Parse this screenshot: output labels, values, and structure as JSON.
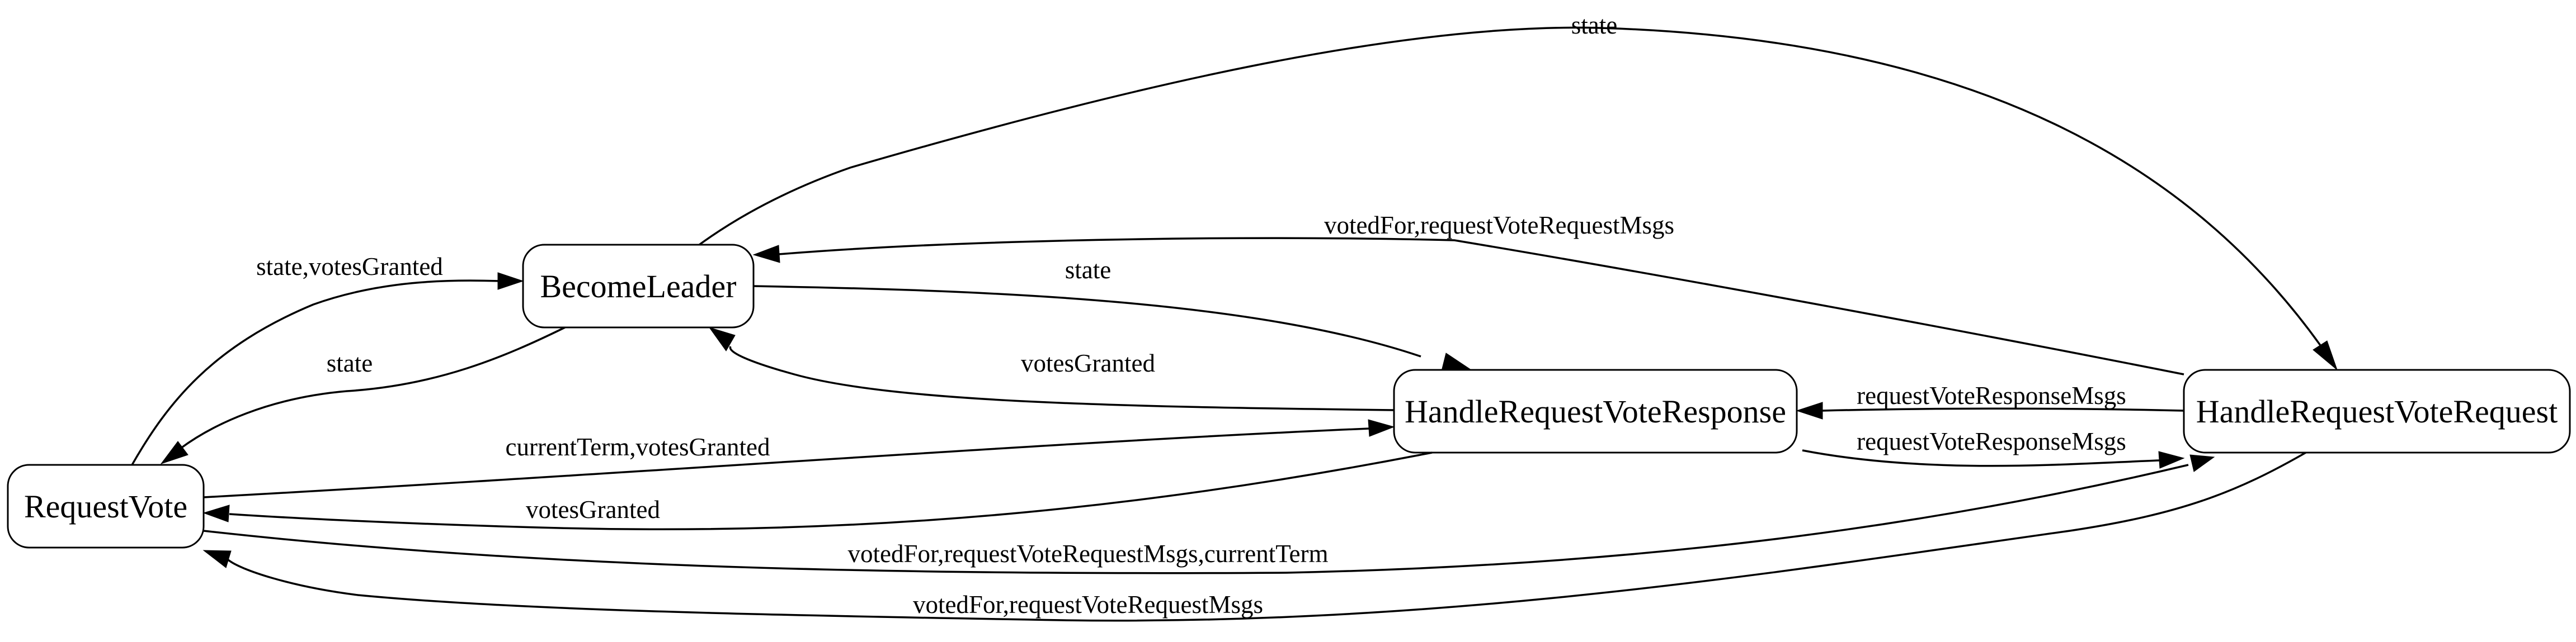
{
  "nodes": {
    "request_vote": "RequestVote",
    "become_leader": "BecomeLeader",
    "handle_request_vote_response": "HandleRequestVoteResponse",
    "handle_request_vote_request": "HandleRequestVoteRequest"
  },
  "edges": {
    "request_vote_to_become_leader": "state,votesGranted",
    "become_leader_to_request_vote": "state",
    "become_leader_to_handle_request_vote_request": "state",
    "become_leader_to_handle_request_vote_response": "state",
    "handle_request_vote_request_to_become_leader": "votedFor,requestVoteRequestMsgs",
    "handle_request_vote_response_to_become_leader": "votesGranted",
    "handle_request_vote_request_to_handle_request_vote_response": "requestVoteResponseMsgs",
    "handle_request_vote_response_to_handle_request_vote_request": "requestVoteResponseMsgs",
    "request_vote_to_handle_request_vote_response": "currentTerm,votesGranted",
    "handle_request_vote_response_to_request_vote": "votesGranted",
    "request_vote_to_handle_request_vote_request": "votedFor,requestVoteRequestMsgs,currentTerm",
    "handle_request_vote_request_to_request_vote": "votedFor,requestVoteRequestMsgs"
  }
}
